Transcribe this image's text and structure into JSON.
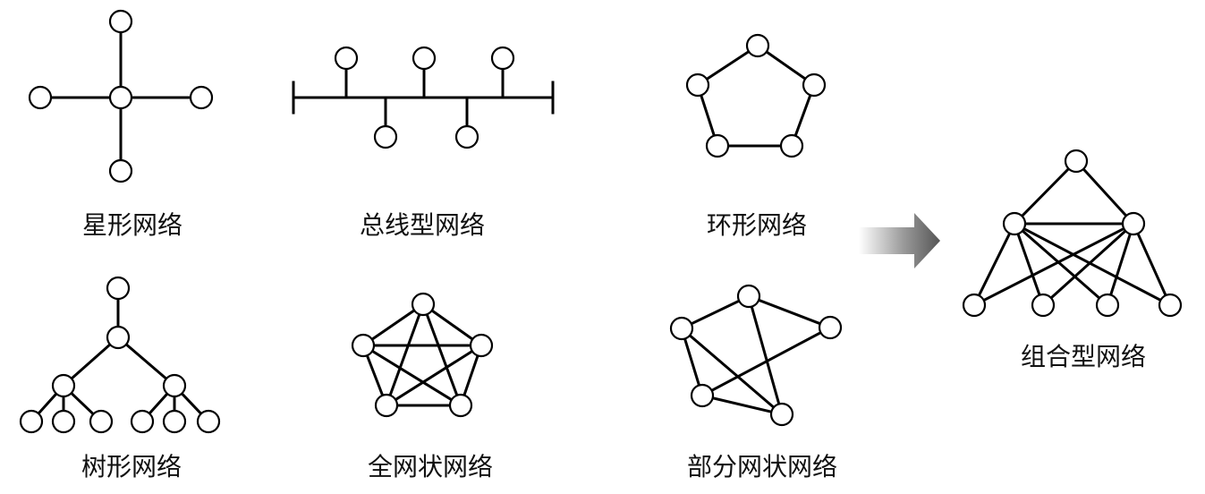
{
  "labels": {
    "star": "星形网络",
    "bus": "总线型网络",
    "ring": "环形网络",
    "tree": "树形网络",
    "full_mesh": "全网状网络",
    "partial_mesh": "部分网状网络",
    "combined": "组合型网络"
  },
  "colors": {
    "stroke": "#000000",
    "node_fill": "#ffffff",
    "arrow_dark": "#555555"
  },
  "arrow": "right-arrow-icon"
}
